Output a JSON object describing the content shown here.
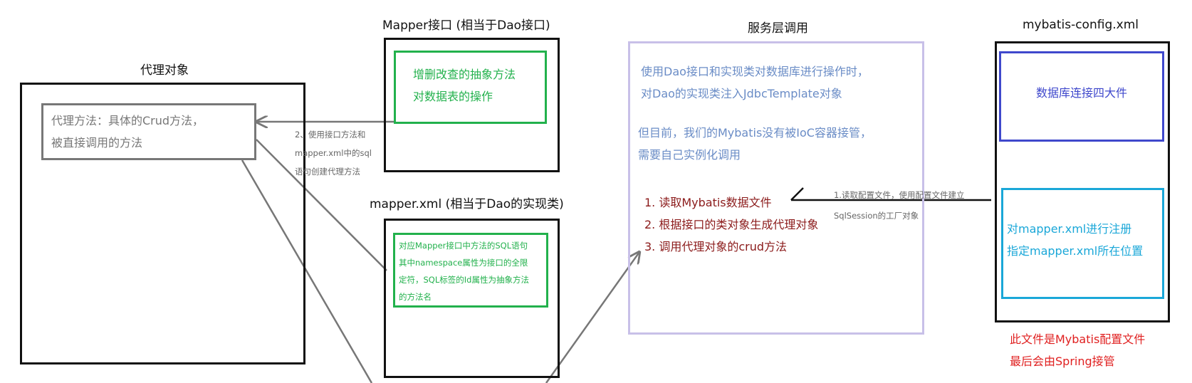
{
  "proxy": {
    "title": "代理对象",
    "inner_lines": [
      "代理方法：具体的Crud方法，",
      "被直接调用的方法"
    ]
  },
  "mapper_interface": {
    "title": "Mapper接口 (相当于Dao接口)",
    "inner_lines": [
      "增删改查的抽象方法",
      "对数据表的操作"
    ]
  },
  "mapper_xml": {
    "title": "mapper.xml (相当于Dao的实现类)",
    "inner_lines": [
      "对应Mapper接口中方法的SQL语句",
      "其中namespace属性为接口的全限",
      "定符，SQL标签的Id属性为抽象方法",
      "的方法名"
    ]
  },
  "service": {
    "title": "服务层调用",
    "para1": [
      "使用Dao接口和实现类对数据库进行操作时，",
      "对Dao的实现类注入JdbcTemplate对象"
    ],
    "para2": [
      "但目前，我们的Mybatis没有被IoC容器接管，",
      "需要自己实例化调用"
    ],
    "steps": [
      "1. 读取Mybatis数据文件",
      "2. 根据接口的类对象生成代理对象",
      "3. 调用代理对象的crud方法"
    ]
  },
  "config": {
    "title": "mybatis-config.xml",
    "top_box": "数据库连接四大件",
    "bottom_lines": [
      "对mapper.xml进行注册",
      "指定mapper.xml所在位置"
    ],
    "footnote": [
      "此文件是Mybatis配置文件",
      "最后会由Spring接管"
    ]
  },
  "annotations": {
    "step2": [
      "2、使用接口方法和",
      "mapper.xml中的sql",
      "语句创建代理方法"
    ],
    "step1": [
      "1.读取配置文件，使用配置文件建立",
      "SqlSession的工厂对象"
    ]
  },
  "colors": {
    "black": "#111111",
    "gray": "#777777",
    "green": "#22b14c",
    "lavender": "#c8c0e8",
    "steel_blue": "#6a8cc6",
    "indigo": "#3f48cc",
    "cyan": "#1aa7d8",
    "dark_red": "#8b1a1a",
    "red": "#e02020"
  }
}
